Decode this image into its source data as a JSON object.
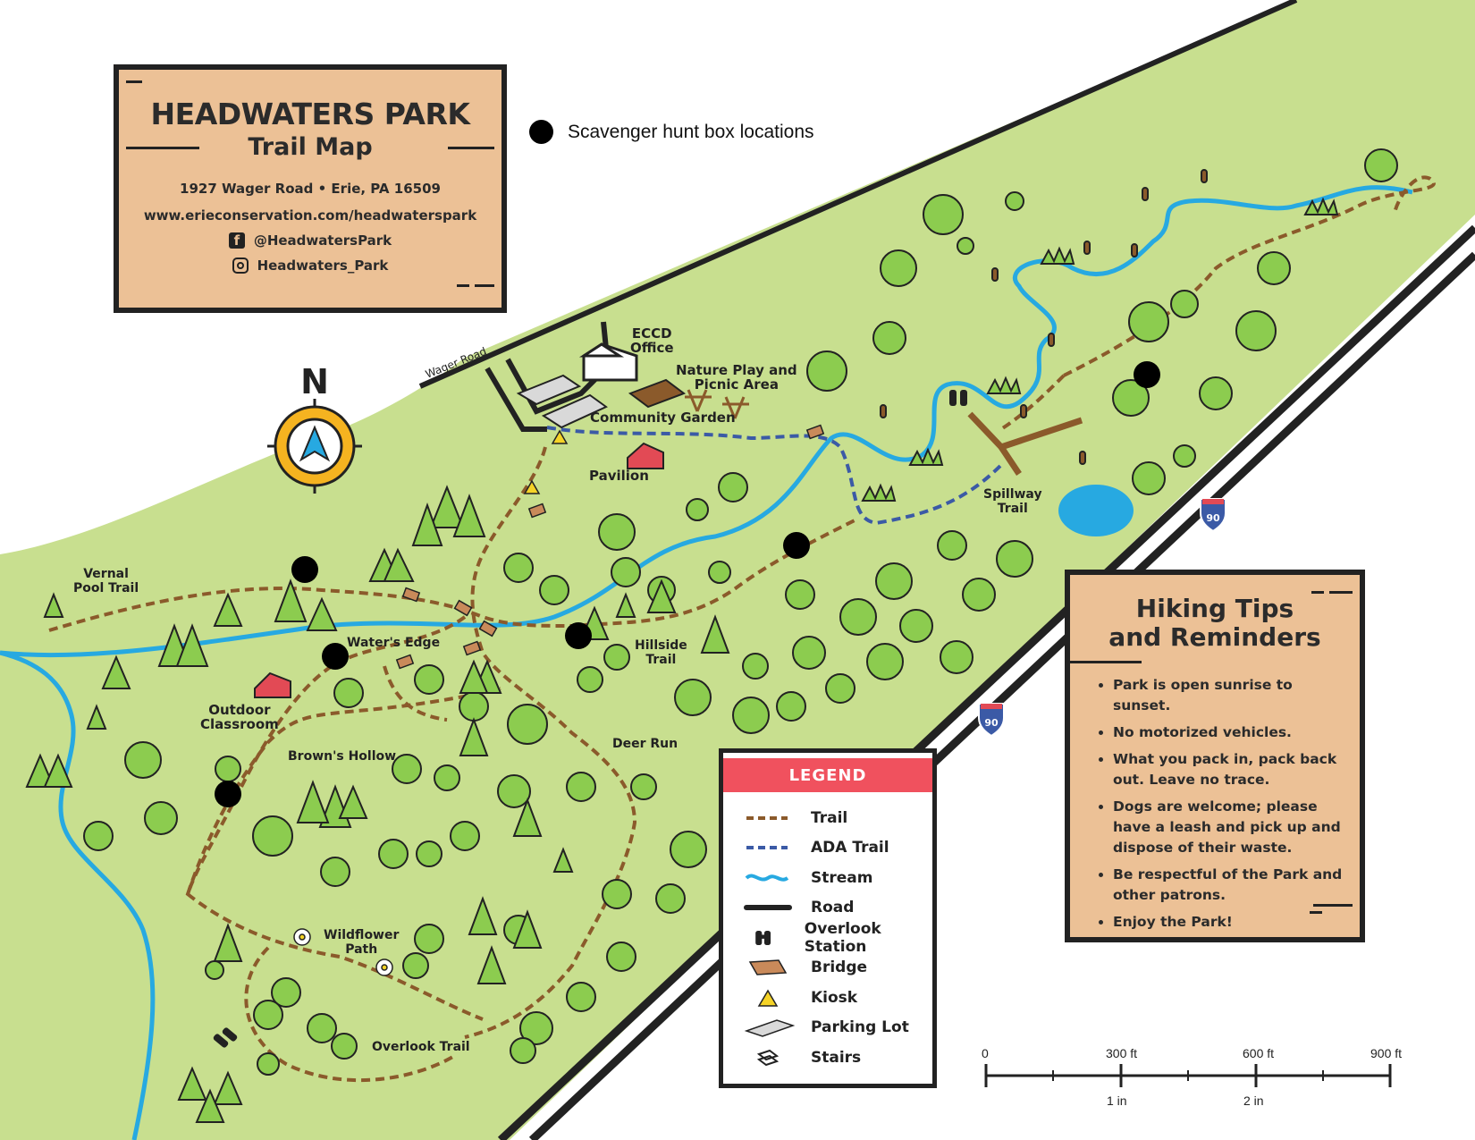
{
  "title": {
    "park_name": "HEADWATERS PARK",
    "subtitle": "Trail Map",
    "address": "1927 Wager Road • Erie, PA 16509",
    "website": "www.erieconservation.com/headwaterspark",
    "facebook": "@HeadwatersPark",
    "instagram": "Headwaters_Park"
  },
  "scavenger_note": "Scavenger hunt box locations",
  "compass_label": "N",
  "road_label": "Wager Road",
  "highway_shield": "90",
  "place_labels": {
    "eccd": "ECCD\nOffice",
    "nature_play": "Nature Play and\nPicnic Area",
    "community_garden": "Community Garden",
    "pavilion": "Pavilion",
    "spillway": "Spillway\nTrail",
    "vernal": "Vernal\nPool Trail",
    "waters_edge": "Water's Edge",
    "hillside": "Hillside\nTrail",
    "outdoor_classroom": "Outdoor\nClassroom",
    "browns_hollow": "Brown's Hollow",
    "deer_run": "Deer Run",
    "wildflower": "Wildflower\nPath",
    "overlook_trail": "Overlook Trail"
  },
  "tips": {
    "heading": "Hiking Tips\nand Reminders",
    "items": [
      "Park is open sunrise to sunset.",
      "No motorized vehicles.",
      "What you pack in, pack back out. Leave no trace.",
      "Dogs are welcome; please have a leash and pick up and dispose of their waste.",
      "Be respectful of the Park and other patrons.",
      "Enjoy the Park!"
    ]
  },
  "legend": {
    "heading": "LEGEND",
    "items": [
      "Trail",
      "ADA Trail",
      "Stream",
      "Road",
      "Overlook Station",
      "Bridge",
      "Kiosk",
      "Parking Lot",
      "Stairs"
    ]
  },
  "scale": {
    "ticks": [
      "0",
      "300 ft",
      "600 ft",
      "900 ft"
    ],
    "inches": [
      "1 in",
      "2 in"
    ]
  },
  "colors": {
    "park_green": "#c8df8f",
    "tree_green": "#8ccc4f",
    "trail_brown": "#8b5a2b",
    "ada_blue": "#3b5aa6",
    "stream_blue": "#27a9e1",
    "panel_tan": "#ecc196",
    "legend_red": "#f0515e",
    "compass_yellow": "#f5b320"
  }
}
